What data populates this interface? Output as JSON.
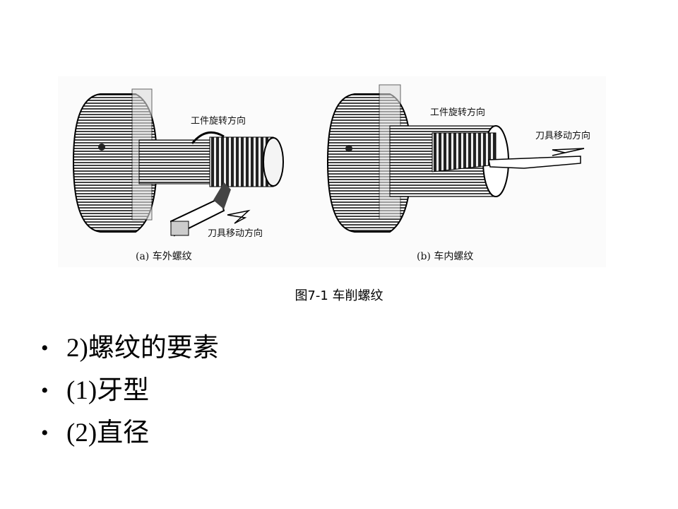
{
  "figure": {
    "panel_a": {
      "rotation_label": "工件旋转方向",
      "tool_label": "刀具移动方向",
      "caption": "(a) 车外螺纹"
    },
    "panel_b": {
      "rotation_label": "工件旋转方向",
      "tool_label": "刀具移动方向",
      "caption": "(b) 车内螺纹"
    },
    "title": "图7-1  车削螺纹"
  },
  "bullets": [
    {
      "marker": "•",
      "text": "2)螺纹的要素"
    },
    {
      "marker": "•",
      "text": "(1)牙型"
    },
    {
      "marker": "•",
      "text": "(2)直径"
    }
  ]
}
